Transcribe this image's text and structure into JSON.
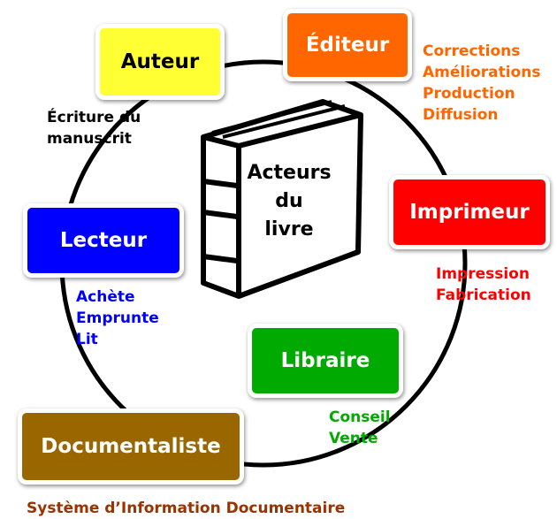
{
  "center": {
    "lines": [
      "Acteurs",
      "du",
      "livre"
    ]
  },
  "actors": [
    {
      "label": "Auteur",
      "color": "#ffff33",
      "text_color": "#000000",
      "notes": [
        "Écriture du",
        "manuscrit"
      ],
      "note_color": "#000000"
    },
    {
      "label": "Éditeur",
      "color": "#ff6600",
      "text_color": "#ffffff",
      "notes": [
        "Corrections",
        "Améliorations",
        "Production",
        "Diffusion"
      ],
      "note_color": "#ff6600"
    },
    {
      "label": "Imprimeur",
      "color": "#ff0000",
      "text_color": "#ffffff",
      "notes": [
        "Impression",
        "Fabrication"
      ],
      "note_color": "#ff0000"
    },
    {
      "label": "Libraire",
      "color": "#00aa00",
      "text_color": "#ffffff",
      "notes": [
        "Conseil",
        "Vente"
      ],
      "note_color": "#00aa00"
    },
    {
      "label": "Documentaliste",
      "color": "#996600",
      "text_color": "#ffffff",
      "notes": [],
      "note_color": "#996600"
    },
    {
      "label": "Lecteur",
      "color": "#0000ff",
      "text_color": "#ffffff",
      "notes": [
        "Achète",
        "Emprunte",
        "Lit"
      ],
      "note_color": "#0000ff"
    }
  ],
  "footer": "Système d’Information Documentaire",
  "footer_color": "#993300"
}
